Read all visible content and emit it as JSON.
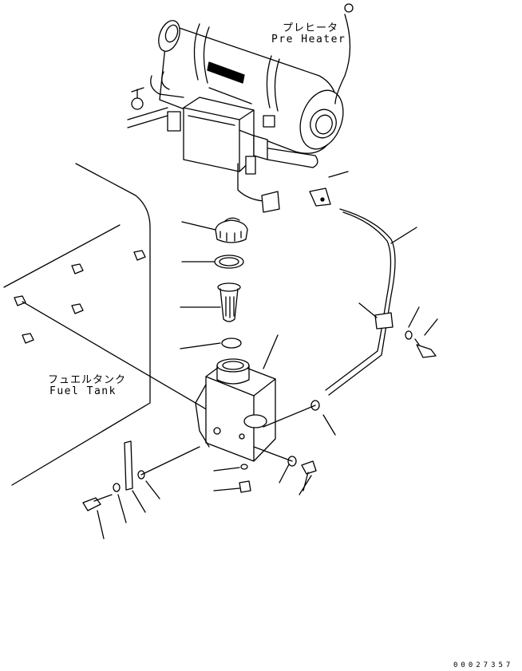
{
  "labels": {
    "preheater_jp": "プレヒータ",
    "preheater_en": "Pre Heater",
    "fueltank_jp": "フュエルタンク",
    "fueltank_en": "Fuel Tank",
    "drawing_number": "00027357"
  },
  "colors": {
    "line": "#000000",
    "background": "#ffffff"
  }
}
